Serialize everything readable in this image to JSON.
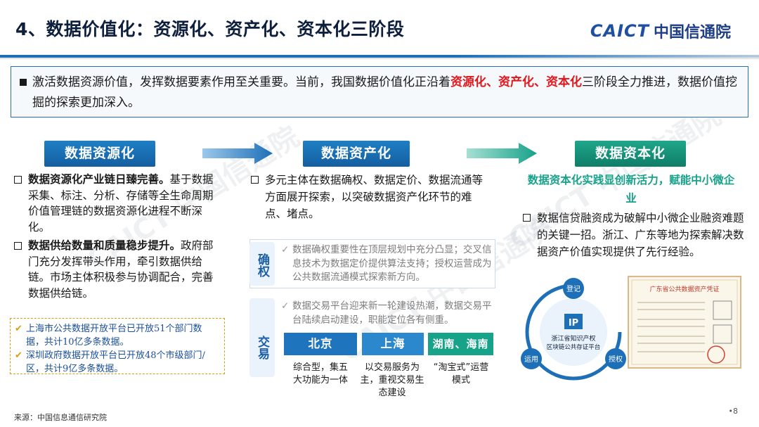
{
  "header": {
    "title": "4、数据价值化：资源化、资产化、资本化三阶段",
    "logo_en": "CAICT",
    "logo_cn": "中国信通院"
  },
  "intro": {
    "text_before": "激活数据资源价值，发挥数据要素作用至关重要。当前，我国数据价值化正沿着",
    "highlight": "资源化、资产化、资本化",
    "text_after": "三阶段全力推进，数据价值挖掘的探索更加深入。"
  },
  "stages": {
    "s1": "数据资源化",
    "s2": "数据资产化",
    "s3": "数据资本化"
  },
  "col1": {
    "b1_bold": "数据资源化产业链日臻完善。",
    "b1_text": "基于数据采集、标注、分析、存储等全生命周期价值管理链的数据资源化进程不断深化。",
    "b2_bold": "数据供给数量和质量稳步提升。",
    "b2_text": "政府部门充分发挥带头作用，牵引数据供给链。市场主体积极参与协调配合，完善数据供给链。",
    "note1": "上海市公共数据开放平台已开放51个部门数据，共计10亿多条数据。",
    "note2": "深圳政府数据开放平台已开放48个市级部门/区，共计9亿多条数据。"
  },
  "col2": {
    "main": "多元主体在数据确权、数据定价、数据流通等方面展开探索，以突破数据资产化环节的难点、堵点。",
    "tag_a": "确权",
    "text_a": "数据确权重要性在顶层规划中充分凸显；交叉信息技术为数据定价提供算法支持；授权运营成为公共数据流通模式探索新方向。",
    "tag_b": "交易",
    "text_b": "数据交易平台迎来新一轮建设热潮，数据交易平台陆续启动建设，职能定位各有侧重。",
    "cities": [
      {
        "name": "北京",
        "desc": "综合型，集五大功能为一体"
      },
      {
        "name": "上海",
        "desc": "以交易服务为主，重视交易生态建设"
      },
      {
        "name": "湖南、海南",
        "desc": "“淘宝式”运营模式"
      }
    ]
  },
  "col3": {
    "headline": "数据资本化实践显创新活力，赋能中小微企业",
    "text": "数据信贷融资成为破解中小微企业融资难题的关键一招。浙江、广东等地为探索解决数据资产价值实现提供了先行经验。",
    "diagram_top": "登记",
    "diagram_left": "运用",
    "diagram_right": "授权",
    "diagram_center1": "浙江省知识产权",
    "diagram_center2": "区块链公共存证平台",
    "cert_title": "广东省公共数据资产凭证"
  },
  "footer": {
    "source": "来源：中国信息通信研究院",
    "page": "•8"
  },
  "colors": {
    "accent_blue": "#1d6fb8",
    "accent_green": "#17a28a",
    "highlight_red": "#e0161b"
  }
}
